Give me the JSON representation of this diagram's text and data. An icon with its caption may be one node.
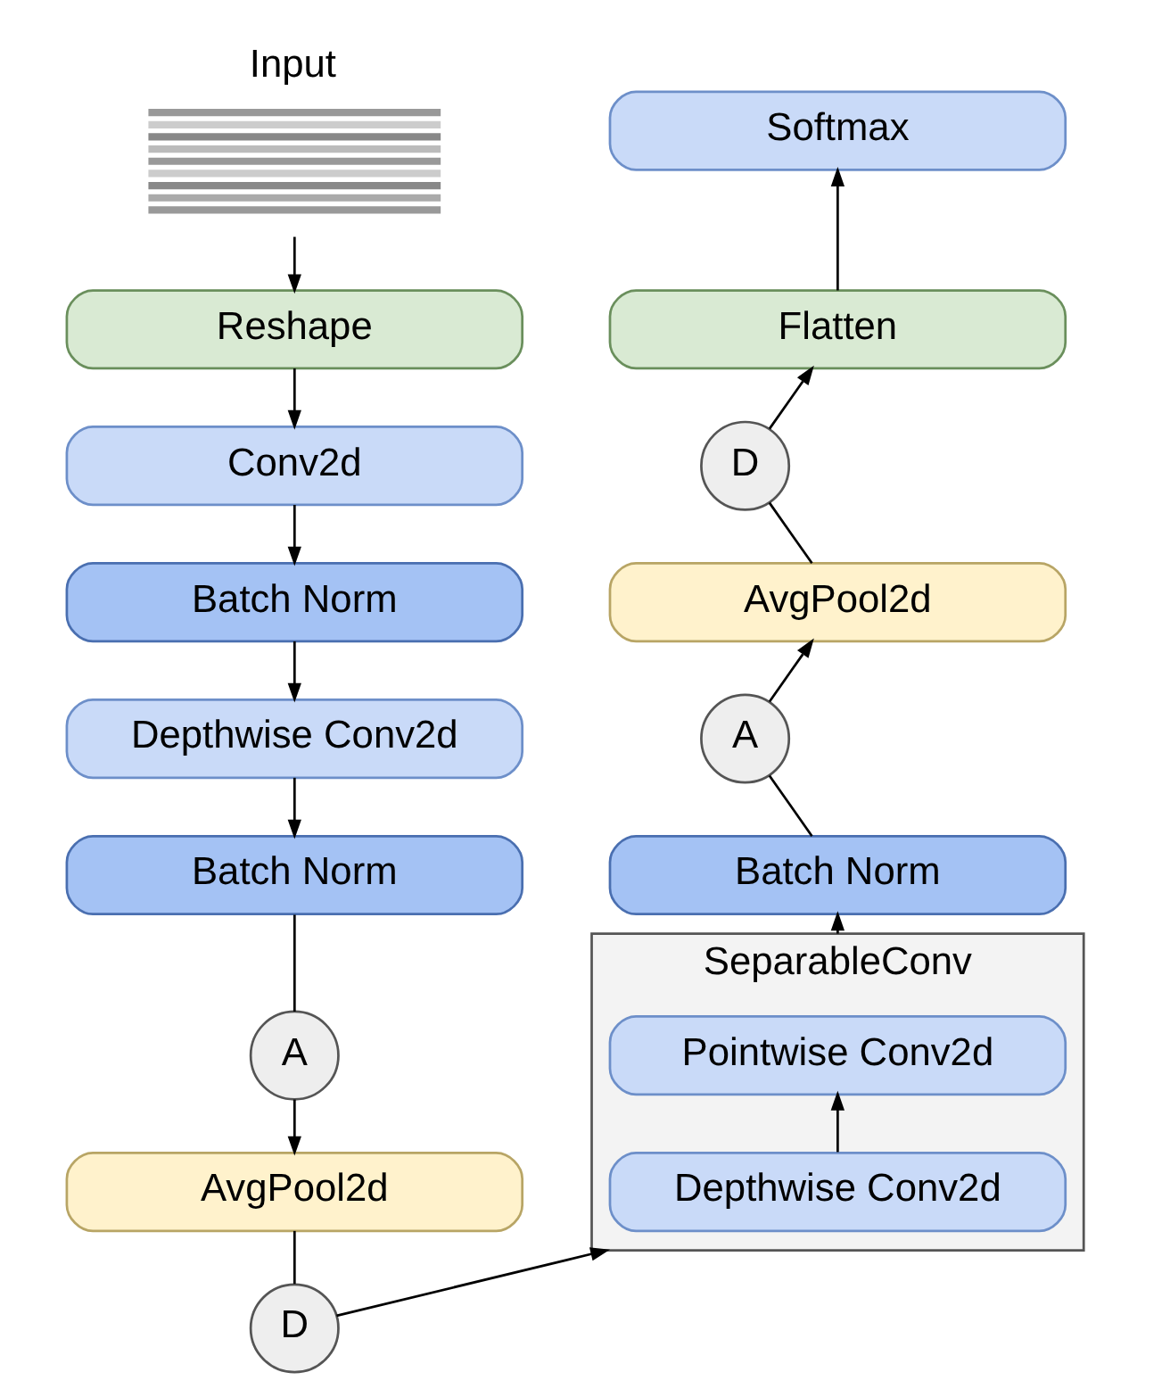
{
  "diagram": {
    "nodes": [
      {
        "text": [],
        "shape": "picture",
        "beside": [
          "Input"
        ]
      },
      {
        "text": [
          "Reshape"
        ]
      },
      {
        "text": [
          "Conv2d"
        ]
      },
      {
        "text": [
          "Batch Norm"
        ]
      },
      {
        "text": [
          "Depthwise Conv2d"
        ]
      },
      {
        "text": [
          "Batch Norm"
        ]
      },
      {
        "text": [
          "A"
        ]
      },
      {
        "text": [
          "AvgPool2d"
        ]
      },
      {
        "text": [
          "D"
        ]
      },
      {
        "text": [
          "SeparableConv"
        ]
      },
      {
        "text": [
          "Depthwise Conv2d"
        ],
        "in": 9
      },
      {
        "text": [
          "Pointwise Conv2d"
        ],
        "in": 9
      },
      {
        "text": [
          "Batch Norm"
        ]
      },
      {
        "text": [
          "A"
        ]
      },
      {
        "text": [
          "AvgPool2d"
        ]
      },
      {
        "text": [
          "D"
        ]
      },
      {
        "text": [
          "Flatten"
        ]
      },
      {
        "text": [
          "Softmax"
        ]
      }
    ],
    "edges": [
      {
        "from": 0,
        "to": 1,
        "arrow": "to"
      },
      {
        "from": 1,
        "to": 2,
        "arrow": "to"
      },
      {
        "from": 2,
        "to": 3,
        "arrow": "to"
      },
      {
        "from": 3,
        "to": 4,
        "arrow": "to"
      },
      {
        "from": 4,
        "to": 5,
        "arrow": "to"
      },
      {
        "from": 5,
        "to": 6,
        "arrow": "none"
      },
      {
        "from": 6,
        "to": 7,
        "arrow": "to"
      },
      {
        "from": 7,
        "to": 8,
        "arrow": "none"
      },
      {
        "from": 8,
        "to": 9,
        "arrow": "to"
      },
      {
        "from": 10,
        "to": 11,
        "arrow": "to"
      },
      {
        "from": 9,
        "to": 12,
        "arrow": "to"
      },
      {
        "from": 12,
        "to": 13,
        "arrow": "none"
      },
      {
        "from": 13,
        "to": 14,
        "arrow": "to"
      },
      {
        "from": 14,
        "to": 15,
        "arrow": "none"
      },
      {
        "from": 15,
        "to": 16,
        "arrow": "to"
      },
      {
        "from": 16,
        "to": 17,
        "arrow": "to"
      }
    ]
  }
}
